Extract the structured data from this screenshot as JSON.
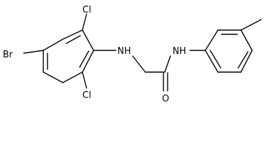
{
  "molecule": {
    "atoms": {
      "br": "Br",
      "cl_top": "Cl",
      "cl_bottom": "Cl",
      "nh_amine": "NH",
      "nh_amide": "NH",
      "o": "O"
    }
  },
  "colors": {
    "bond": "#000000",
    "text": "#000000",
    "background": "#ffffff"
  }
}
